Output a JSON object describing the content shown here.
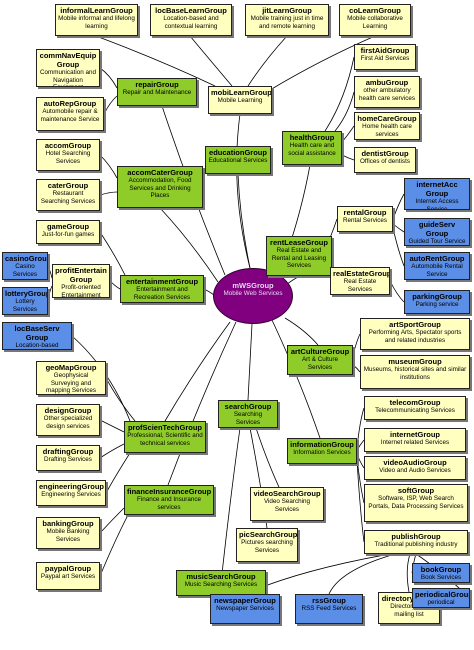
{
  "colors": {
    "leaf": "#ffffc0",
    "group": "#8fcc2a",
    "service": "#5b8ee6",
    "root": "#800080",
    "edge": "#000000"
  },
  "root": {
    "title": "mWSGroup",
    "desc": "Mobile Web Services"
  },
  "nodes": {
    "informalLearn": {
      "title": "informalLearnGroup",
      "desc": "Mobile informal and lifelong learning"
    },
    "locBaseLearn": {
      "title": "locBaseLearnGroup",
      "desc": "Location-based and contextual learning"
    },
    "jitLearn": {
      "title": "jitLearnGroup",
      "desc": "Mobile training just in time and remote learning"
    },
    "coLearn": {
      "title": "coLearnGroup",
      "desc": "Mobile collaborative Learning"
    },
    "commNavEquip": {
      "title": "commNavEquip Group",
      "desc": "Communication and Navigation Equipment"
    },
    "repair": {
      "title": "repairGroup",
      "desc": "Repair and Maintenance"
    },
    "mobiLearn": {
      "title": "mobiLearnGroup",
      "desc": "Mobile Learning"
    },
    "firstAid": {
      "title": "firstAidGroup",
      "desc": "First Aid Services"
    },
    "ambu": {
      "title": "ambuGroup",
      "desc": "other ambulatory health care services"
    },
    "autoRep": {
      "title": "autoRepGroup",
      "desc": "Automobile repair & maintenance Service"
    },
    "health": {
      "title": "healthGroup",
      "desc": "Health care and social assistance"
    },
    "homeCare": {
      "title": "homeCareGroup",
      "desc": "Home health care services"
    },
    "accom": {
      "title": "accomGroup",
      "desc": "Hotel Searching Services"
    },
    "education": {
      "title": "educationGroup",
      "desc": "Educational Services"
    },
    "dentist": {
      "title": "dentistGroup",
      "desc": "Offices of dentists"
    },
    "accomCater": {
      "title": "accomCaterGroup",
      "desc": "Accommodation, Food Services and Drinking Places"
    },
    "cater": {
      "title": "caterGroup",
      "desc": "Restaurant Searching Services"
    },
    "internetAcc": {
      "title": "internetAcc Group",
      "desc": "Internet Access Service"
    },
    "rentLease": {
      "title": "rentLeaseGroup",
      "desc": "Real Estate and Rental and Leasing Services"
    },
    "rental": {
      "title": "rentalGroup",
      "desc": "Rental Services"
    },
    "guideServ": {
      "title": "guideServ Group",
      "desc": "Guided Tour Service"
    },
    "game": {
      "title": "gameGroup",
      "desc": "Just-for-fun games"
    },
    "autoRent": {
      "title": "autoRentGroup",
      "desc": "Automobile Rental Service"
    },
    "casino": {
      "title": "casinoGroup",
      "desc": "Casino Services"
    },
    "profitEntertain": {
      "title": "profitEntertain Group",
      "desc": "Profit-oriented Entertainment"
    },
    "entertainment": {
      "title": "entertainmentGroup",
      "desc": "Entertainment and Recreation Services"
    },
    "realEstate": {
      "title": "realEstateGroup",
      "desc": "Real Estate Services"
    },
    "lottery": {
      "title": "lotteryGroup",
      "desc": "Lottery Services"
    },
    "parking": {
      "title": "parkingGroup",
      "desc": "Parking service"
    },
    "locBaseServ": {
      "title": "locBaseServ Group",
      "desc": "Location-based Service"
    },
    "artSport": {
      "title": "artSportGroup",
      "desc": "Performing Arts, Spectator sports and related industries"
    },
    "geoMap": {
      "title": "geoMapGroup",
      "desc": "Geophysical Surveying and mapping Services"
    },
    "artCulture": {
      "title": "artCultureGroup",
      "desc": "Art & Culture Services"
    },
    "museum": {
      "title": "museumGroup",
      "desc": "Museums, historical sites and similar institutions"
    },
    "design": {
      "title": "designGroup",
      "desc": "Other specialized design services"
    },
    "telecom": {
      "title": "telecomGroup",
      "desc": "Telecommunicating Services"
    },
    "profScienTech": {
      "title": "profScienTechGroup",
      "desc": "Professional, Scientific and technical services"
    },
    "search": {
      "title": "searchGroup",
      "desc": "Searching Services"
    },
    "internet": {
      "title": "internetGroup",
      "desc": "Internet related Services"
    },
    "drafting": {
      "title": "draftingGroup",
      "desc": "Drafting Services"
    },
    "information": {
      "title": "informationGroup",
      "desc": "Information Services"
    },
    "videoAudio": {
      "title": "videoAudioGroup",
      "desc": "Video and Audio Services"
    },
    "engineering": {
      "title": "engineeringGroup",
      "desc": "Engineering Services"
    },
    "financeInsurance": {
      "title": "financeInsuranceGroup",
      "desc": "Finance and Insurance services"
    },
    "videoSearch": {
      "title": "videoSearchGroup",
      "desc": "Video Searching Services"
    },
    "soft": {
      "title": "softGroup",
      "desc": "Software, ISP, Web Search Portals, Data Processing Services"
    },
    "banking": {
      "title": "bankingGroup",
      "desc": "Mobile Banking Services"
    },
    "picSearch": {
      "title": "picSearchGroup",
      "desc": "Pictures searching Services"
    },
    "publish": {
      "title": "publishGroup",
      "desc": "Traditional publishing industry"
    },
    "paypal": {
      "title": "paypalGroup",
      "desc": "Paypal art Services"
    },
    "musicSearch": {
      "title": "musicSearchGroup",
      "desc": "Music Searching Services"
    },
    "book": {
      "title": "bookGroup",
      "desc": "Book Services"
    },
    "periodical": {
      "title": "periodicalGroup",
      "desc": "periodical"
    },
    "newspaper": {
      "title": "newspaperGroup",
      "desc": "Newspaper Services"
    },
    "rss": {
      "title": "rssGroup",
      "desc": "RSS Feed Services"
    },
    "directory": {
      "title": "directoryGroup",
      "desc": "Directory and mailing list"
    }
  }
}
